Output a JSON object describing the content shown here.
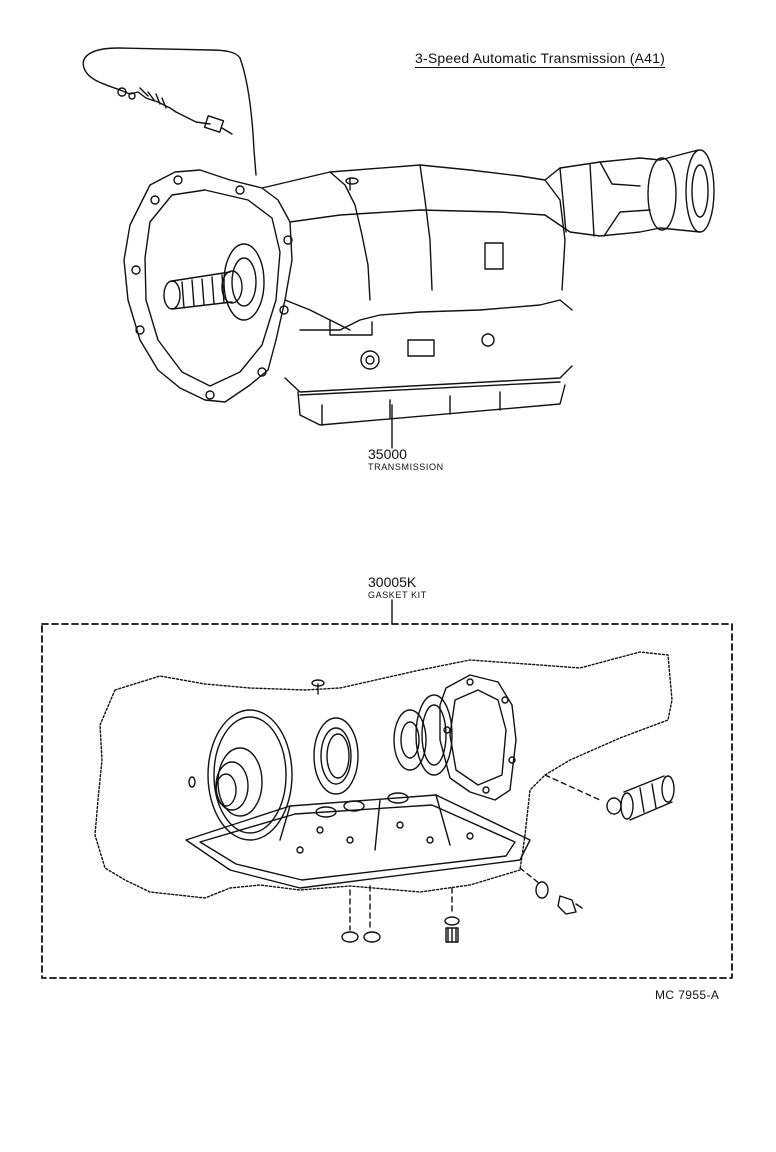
{
  "title": "3-Speed Automatic Transmission (A41)",
  "parts": [
    {
      "number": "35000",
      "description": "TRANSMISSION"
    },
    {
      "number": "30005K",
      "description": "GASKET KIT"
    }
  ],
  "figure_code": "MC 7955-A"
}
